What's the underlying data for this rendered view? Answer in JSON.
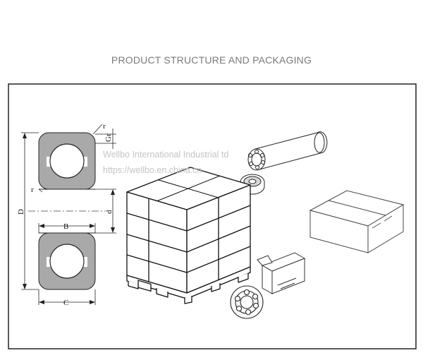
{
  "header": {
    "title": "PRODUCT STRUCTURE AND PACKAGING"
  },
  "watermark": {
    "line1": "Wellbo International Industrial      td",
    "line2": "https://wellbo.en.china.cn"
  },
  "drawing": {
    "dimension_labels": {
      "r_top": "r",
      "gr": "Gr",
      "r_side": "r",
      "D": "D",
      "d": "d",
      "B": "B",
      "C": "C"
    }
  },
  "colors": {
    "seal_fill": "#a9a9a9",
    "line": "#1a1a1a",
    "title": "#7a7a7a"
  }
}
